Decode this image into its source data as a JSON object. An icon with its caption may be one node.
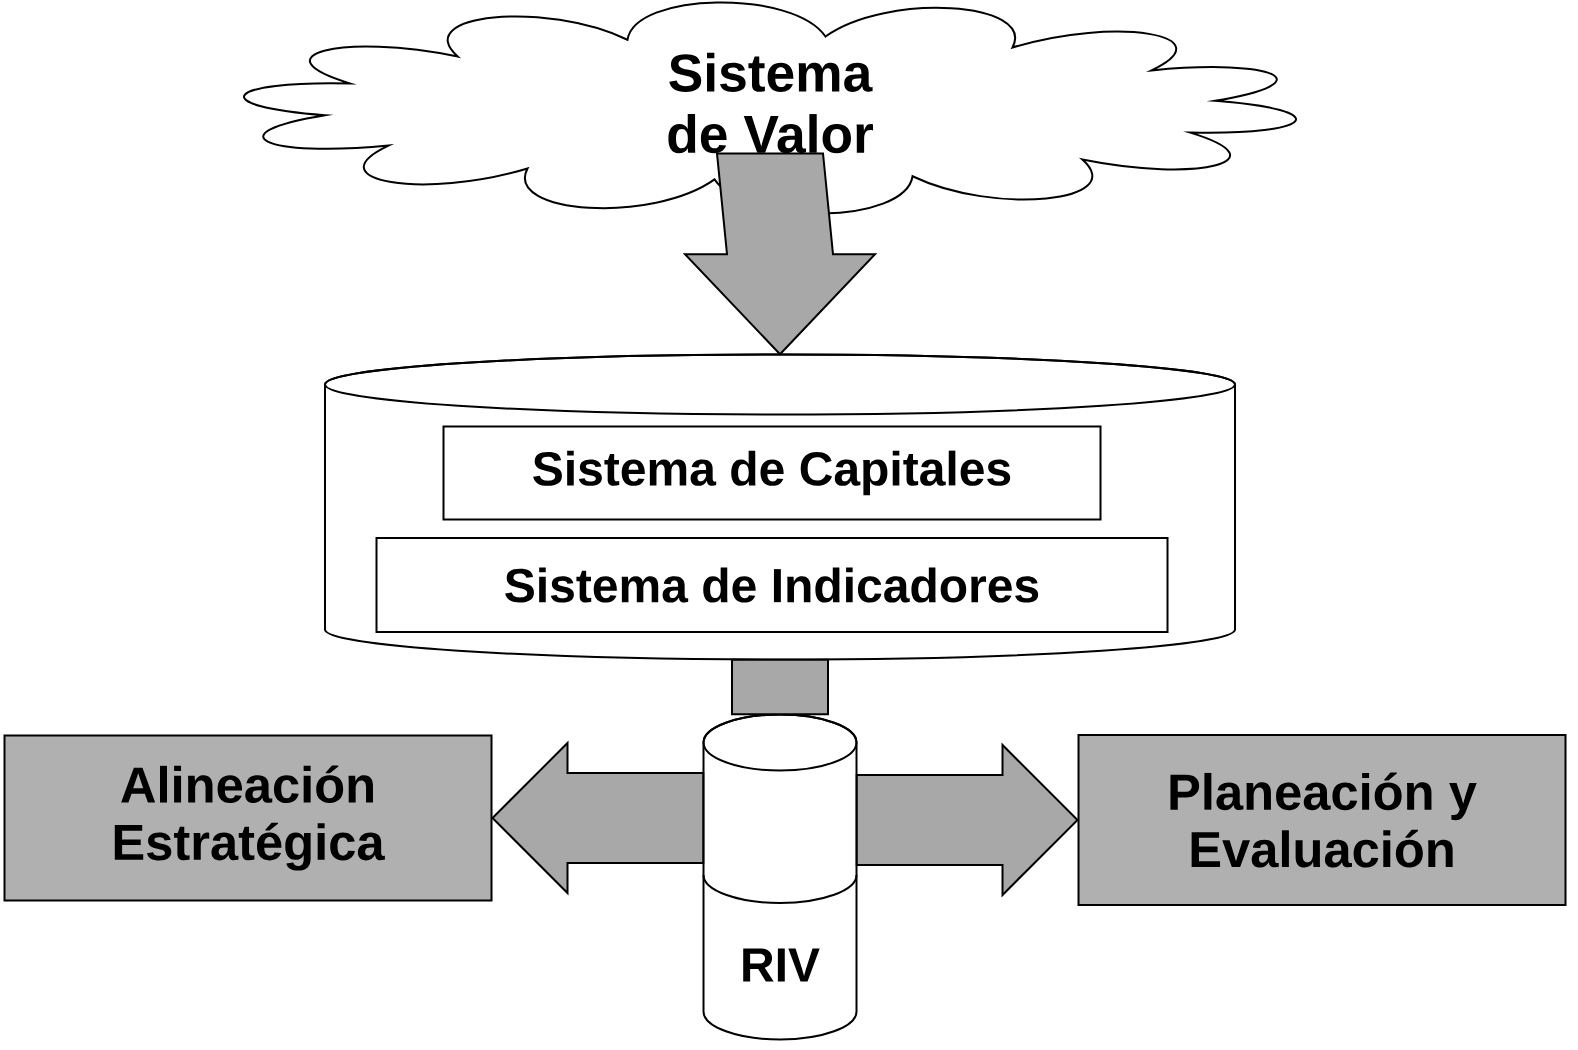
{
  "diagram": {
    "nodes": [
      {
        "text": [
          "Sistema de Valor"
        ]
      },
      {
        "text": [],
        "shape": "cylinder"
      },
      {
        "text": [
          "Sistema de Capitales"
        ],
        "in": 1
      },
      {
        "text": [
          "Sistema de Indicadores"
        ],
        "in": 1
      },
      {
        "text": [
          "Alineación Estratégica"
        ]
      },
      {
        "text": [
          "RIV"
        ]
      },
      {
        "text": [
          "Planeación y Evaluación"
        ]
      }
    ],
    "edges": [
      {
        "from": 0,
        "to": 1,
        "arrow": "to"
      },
      {
        "from": 1,
        "to": 5,
        "arrow": "none"
      },
      {
        "from": 5,
        "to": 4,
        "arrow": "to"
      },
      {
        "from": 5,
        "to": 6,
        "arrow": "to"
      }
    ]
  }
}
